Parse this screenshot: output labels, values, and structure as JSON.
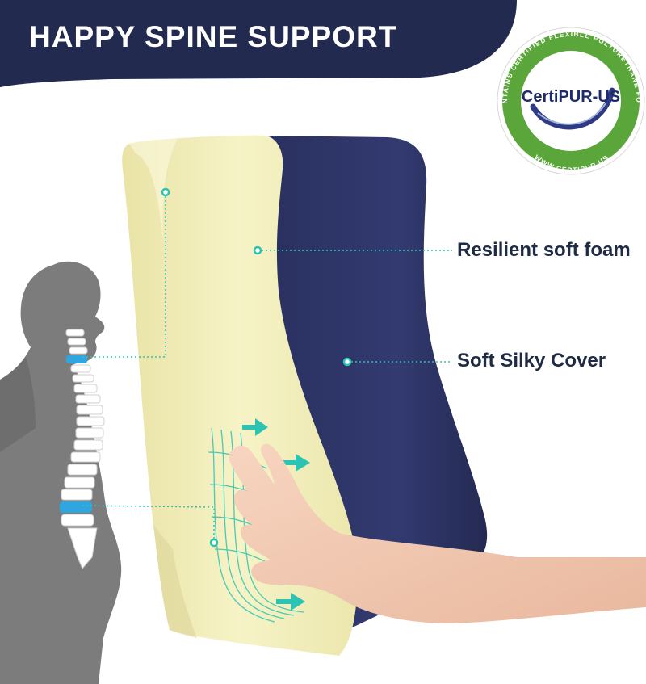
{
  "banner": {
    "title": "HAPPY SPINE SUPPORT"
  },
  "badge": {
    "logo_text": "CertiPUR-US",
    "ring_top_text": "CONTAINS CERTIFIED FLEXIBLE POLYURETHANE FOAM",
    "ring_bottom_text": "WWW.CERTIPUR.US"
  },
  "callouts": {
    "foam": "Resilient soft foam",
    "cover": "Soft Silky Cover"
  },
  "colors": {
    "navy": "#232a4f",
    "foam": "#f2efb9",
    "accent": "#2bc4b2",
    "badge_green": "#5aa63b",
    "silhouette": "#7b7b7b"
  }
}
